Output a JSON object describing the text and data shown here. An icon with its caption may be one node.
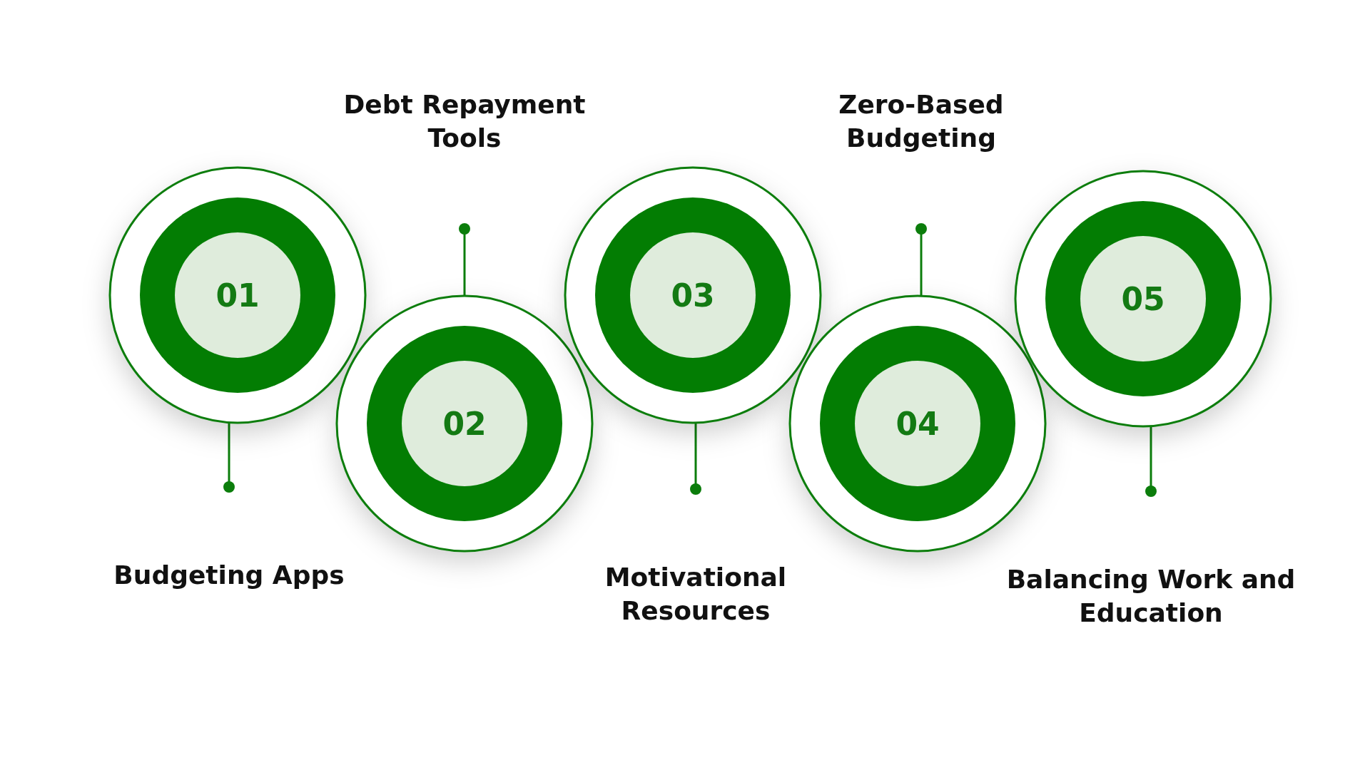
{
  "diagram": {
    "nodes": [
      {
        "text": [
          "01"
        ]
      },
      {
        "text": [
          "Budgeting Apps"
        ]
      },
      {
        "text": [
          "02"
        ]
      },
      {
        "text": [
          "Debt Repayment Tools"
        ]
      },
      {
        "text": [
          "03"
        ]
      },
      {
        "text": [
          "Motivational Resources"
        ]
      },
      {
        "text": [
          "04"
        ]
      },
      {
        "text": [
          "Zero-Based Budgeting"
        ]
      },
      {
        "text": [
          "05"
        ]
      },
      {
        "text": [
          "Balancing Work and Education"
        ]
      }
    ],
    "edges": [
      {
        "from": 0,
        "to": 1,
        "arrow": "other"
      },
      {
        "from": 2,
        "to": 3,
        "arrow": "other"
      },
      {
        "from": 4,
        "to": 5,
        "arrow": "other"
      },
      {
        "from": 6,
        "to": 7,
        "arrow": "other"
      },
      {
        "from": 8,
        "to": 9,
        "arrow": "other"
      }
    ]
  }
}
